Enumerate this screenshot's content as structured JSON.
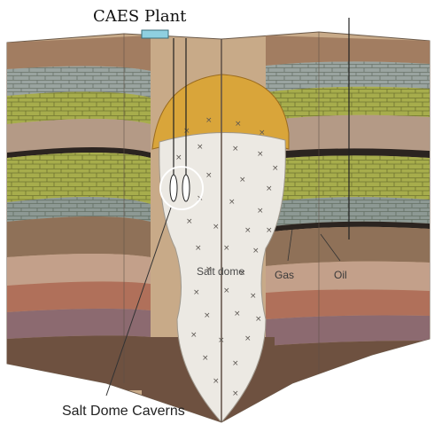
{
  "labels": {
    "plant": "CAES Plant",
    "salt_dome": "Salt dome",
    "gas": "Gas",
    "oil": "Oil",
    "caverns": "Salt Dome Caverns"
  },
  "colors": {
    "ground_top": "#d9c39a",
    "stripe_brown": "#8f7158",
    "stripe_gray": "#9aa4a0",
    "stripe_olive": "#a7ad4c",
    "stripe_tan": "#b49a86",
    "stripe_dark_brown": "#6e5140",
    "stripe_rust": "#b0705a",
    "stripe_mauve": "#8c6a70",
    "salt": "#ece9e3",
    "cap_rock": "#d9a53a",
    "oil_seam": "#2b2420"
  }
}
